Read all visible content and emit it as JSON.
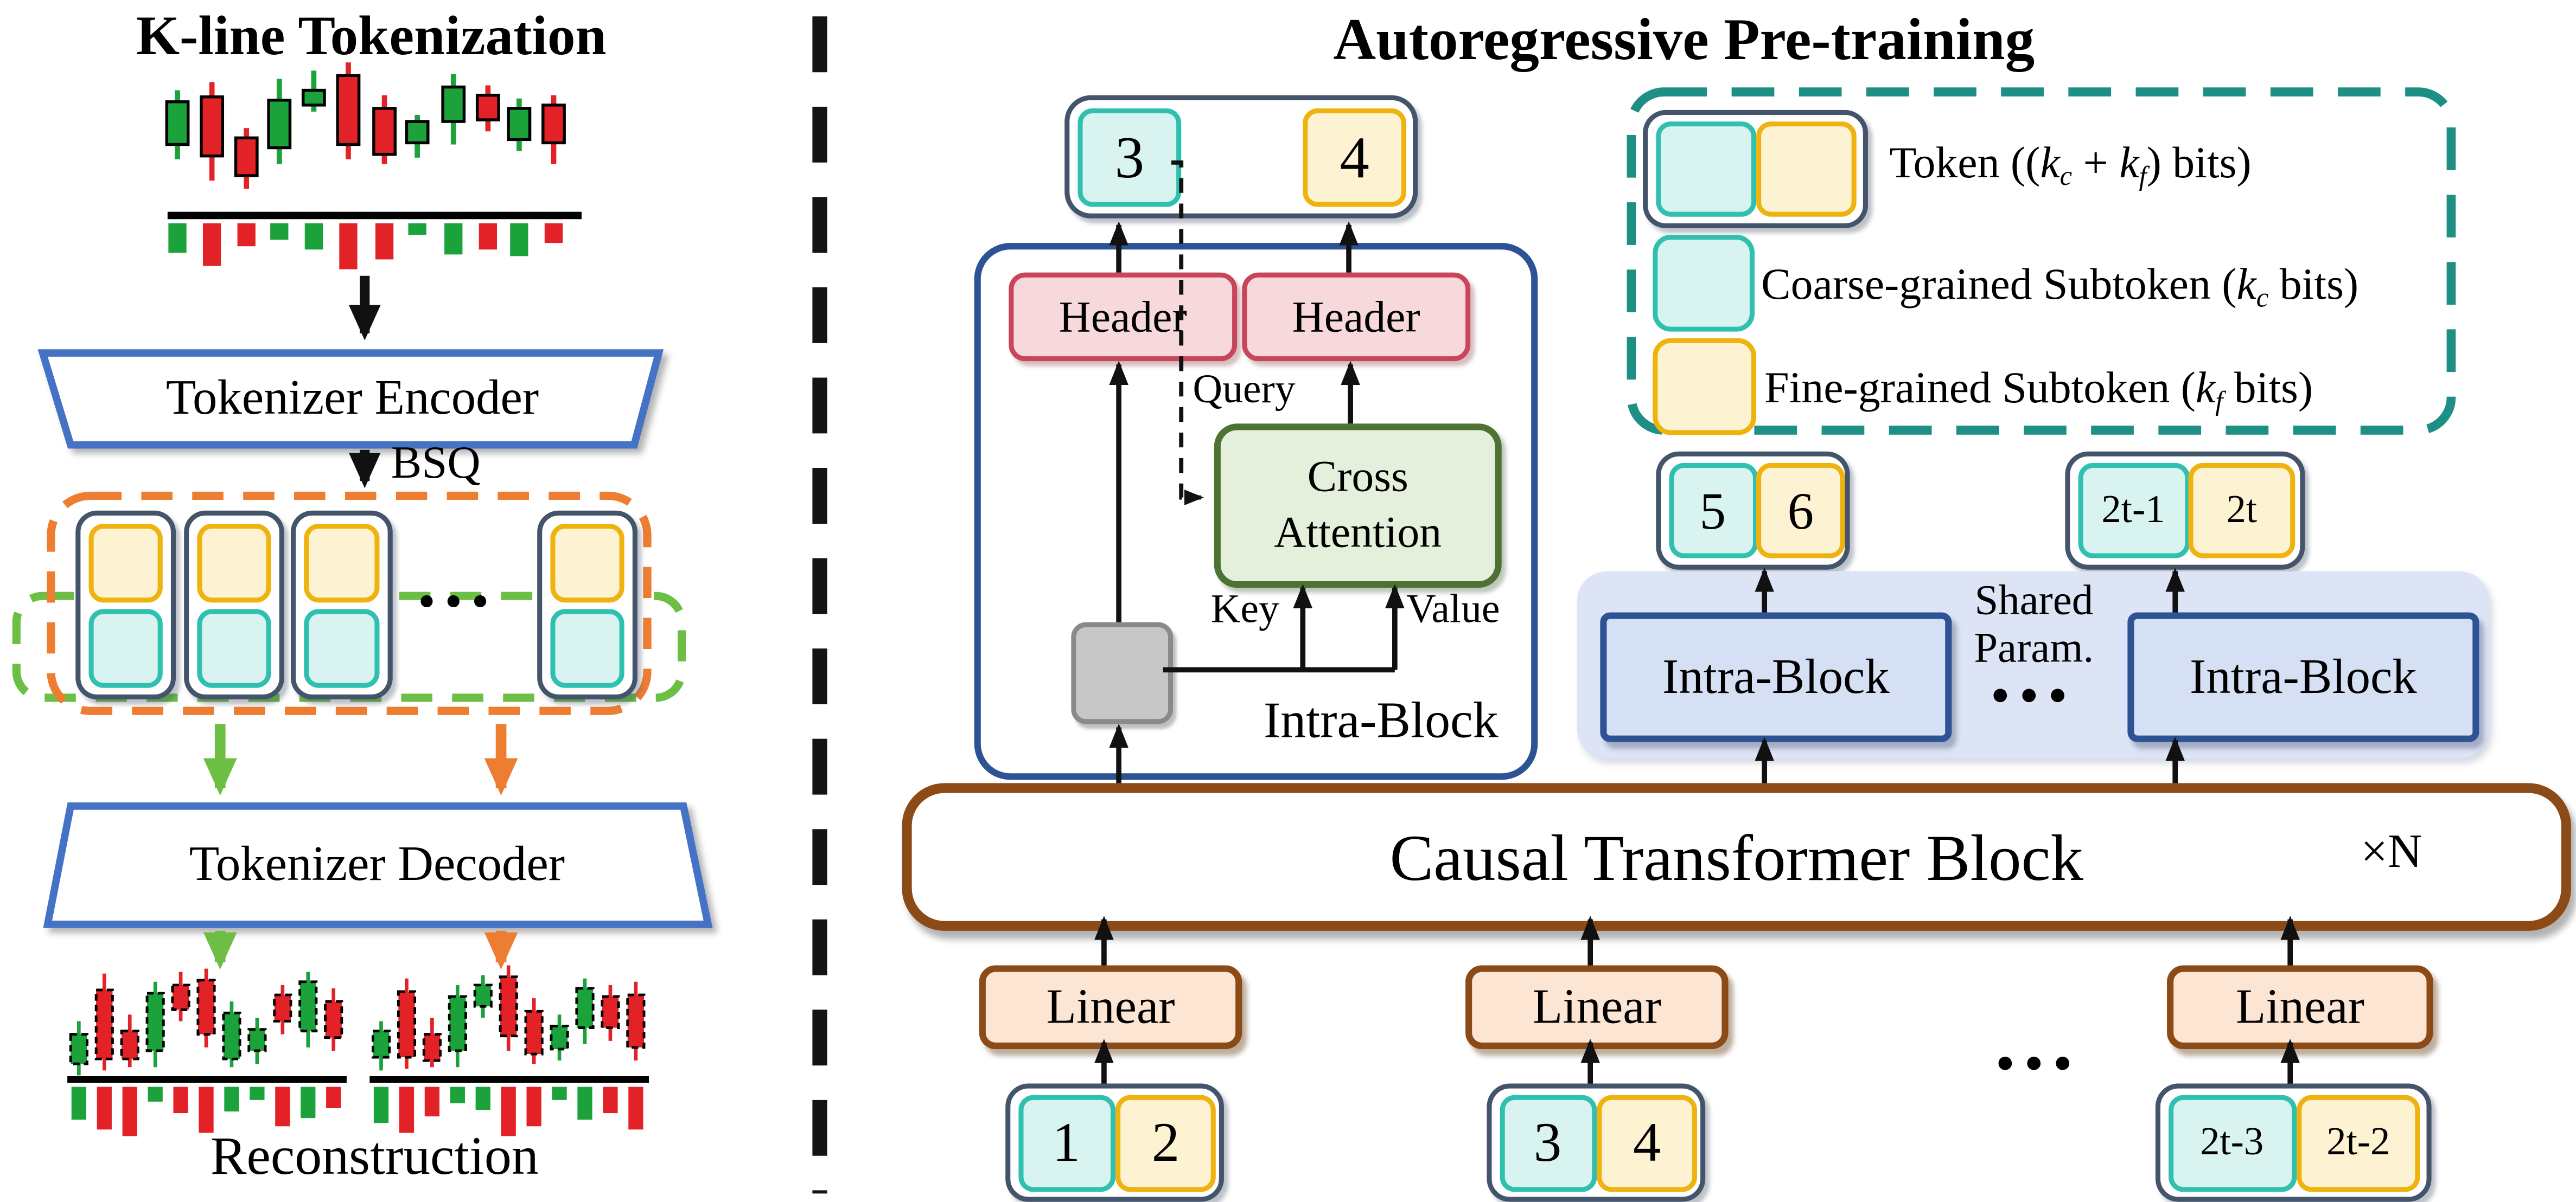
{
  "left": {
    "title": "K-line Tokenization",
    "encoder_label": "Tokenizer Encoder",
    "bsq_label": "BSQ",
    "decoder_label": "Tokenizer Decoder",
    "reconstruction_label": "Reconstruction"
  },
  "right": {
    "title": "Autoregressive Pre-training",
    "output_token": {
      "coarse": "3",
      "fine": "4"
    },
    "headers": [
      "Header",
      "Header"
    ],
    "cross_attention": {
      "line1": "Cross",
      "line2": "Attention"
    },
    "labels": {
      "query": "Query",
      "key": "Key",
      "value": "Value",
      "intra_block": "Intra-Block"
    },
    "legend": {
      "token": {
        "pre": "Token ((",
        "k1": "k",
        "s1": "c",
        "plus": " + ",
        "k2": "k",
        "s2": "f",
        "post": ") bits)"
      },
      "coarse": {
        "pre": "Coarse-grained Subtoken (",
        "k": "k",
        "s": "c",
        "post": " bits)"
      },
      "fine": {
        "pre": "Fine-grained Subtoken (",
        "k": "k",
        "s": "f",
        "post": " bits)"
      }
    },
    "mid_tokens": [
      {
        "coarse": "5",
        "fine": "6"
      },
      {
        "coarse": "2t-1",
        "fine": "2t"
      }
    ],
    "shared_param": {
      "line1": "Shared",
      "line2": "Param."
    },
    "intra_blocks": [
      "Intra-Block",
      "Intra-Block"
    ],
    "ctb": {
      "label": "Causal Transformer Block",
      "repeat": "×N"
    },
    "linear_label": "Linear",
    "input_tokens": [
      {
        "coarse": "1",
        "fine": "2"
      },
      {
        "coarse": "3",
        "fine": "4"
      },
      {
        "coarse": "2t-3",
        "fine": "2t-2"
      }
    ]
  },
  "dots": "●●●",
  "colors": {
    "coarse_fill": "#D9F4F0",
    "coarse_border": "#30C0B0",
    "fine_fill": "#FDF3D3",
    "fine_border": "#EFB310",
    "token_outline": "#44546A",
    "header_fill": "#F7D9DC",
    "header_border": "#C9465A",
    "cross_fill": "#E5F0DC",
    "cross_border": "#4E7233",
    "intra_border": "#2E5395",
    "lavender": "#DCE4F6",
    "brown": "#8C4A17",
    "linear_fill": "#FCE5D3",
    "orange_dash": "#ED7D31",
    "green_dash": "#6CBF44",
    "legend_dash": "#1E8F85",
    "trapezoid_blue": "#4472C4",
    "candle_green": "#1CA23A",
    "candle_red": "#E32227",
    "gray_fill": "#C7C7C7"
  }
}
